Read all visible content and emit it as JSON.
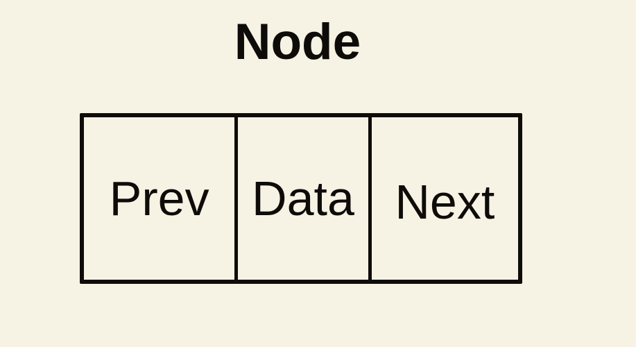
{
  "title": "Node",
  "node_box": {
    "cells": [
      {
        "id": "prev",
        "label": "Prev"
      },
      {
        "id": "data",
        "label": "Data"
      },
      {
        "id": "next",
        "label": "Next"
      }
    ]
  },
  "colors": {
    "background": "#f6f2e4",
    "ink": "#0e0c09"
  }
}
